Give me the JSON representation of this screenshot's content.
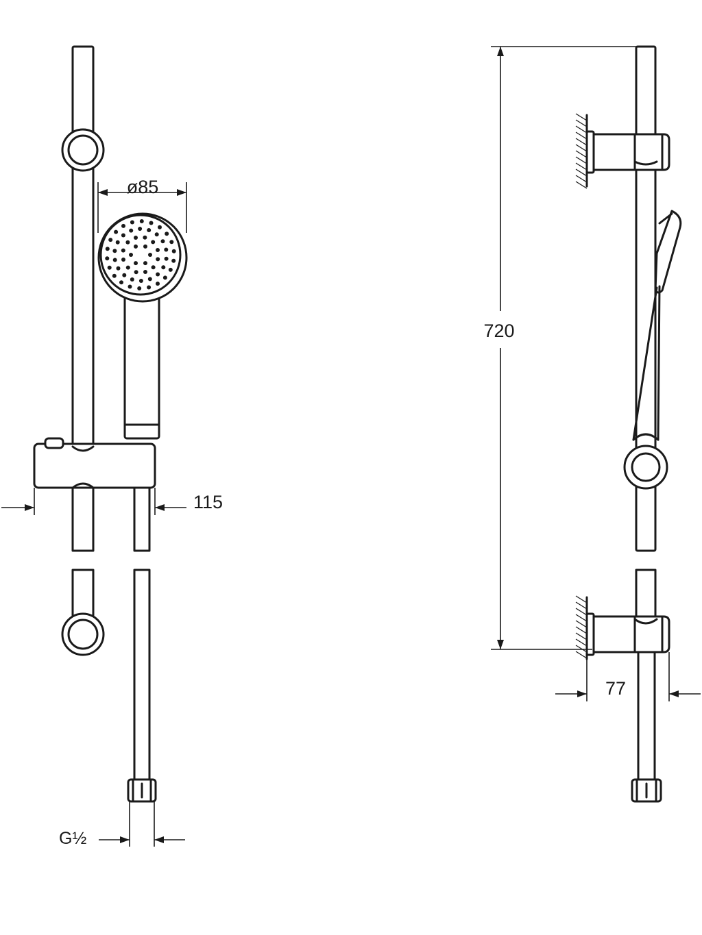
{
  "dimensions": {
    "head_diameter": "ø85",
    "slider_width": "115",
    "connection_thread": "G½",
    "rail_height": "720",
    "wall_projection": "77"
  },
  "colors": {
    "line": "#1a1a1a",
    "background": "#ffffff"
  }
}
